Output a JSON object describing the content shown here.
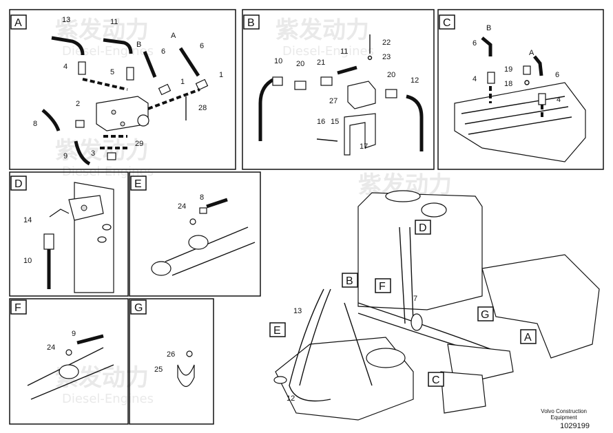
{
  "panels": {
    "A": {
      "letter": "A",
      "callouts": [
        "13",
        "11",
        "A",
        "B",
        "6",
        "6",
        "4",
        "5",
        "1",
        "1",
        "2",
        "8",
        "28",
        "29",
        "9",
        "3"
      ]
    },
    "B": {
      "letter": "B",
      "callouts": [
        "22",
        "23",
        "10",
        "20",
        "21",
        "11",
        "20",
        "12",
        "27",
        "16",
        "15",
        "17"
      ]
    },
    "C": {
      "letter": "C",
      "callouts": [
        "B",
        "6",
        "A",
        "19",
        "6",
        "4",
        "18",
        "4"
      ]
    },
    "D": {
      "letter": "D",
      "callouts": [
        "14",
        "10"
      ]
    },
    "E": {
      "letter": "E",
      "callouts": [
        "8",
        "24"
      ]
    },
    "F": {
      "letter": "F",
      "callouts": [
        "9",
        "24"
      ]
    },
    "G": {
      "letter": "G",
      "callouts": [
        "26",
        "25"
      ]
    }
  },
  "overview": {
    "tags": [
      "D",
      "B",
      "F",
      "G",
      "E",
      "A",
      "C"
    ],
    "callouts": [
      "7",
      "13",
      "12"
    ]
  },
  "watermark": {
    "cn": "紫发动力",
    "en": "Diesel-Engines"
  },
  "footer": {
    "brand_line1": "Volvo Construction",
    "brand_line2": "Equipment",
    "doc_number": "1029199"
  }
}
